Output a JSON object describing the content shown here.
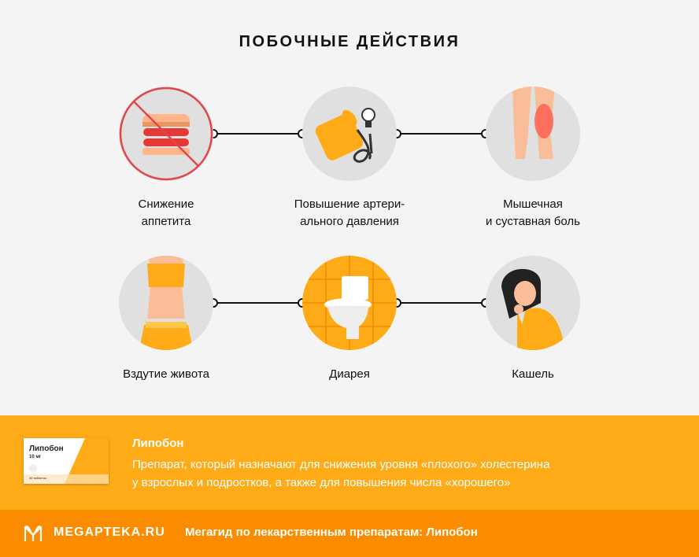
{
  "title": "ПОБОЧНЫЕ ДЕЙСТВИЯ",
  "effects": [
    {
      "label1": "Снижение",
      "label2": "аппетита",
      "icon": "no-burger-icon"
    },
    {
      "label1": "Повышение артери-",
      "label2": "ального давления",
      "icon": "blood-pressure-monitor-icon"
    },
    {
      "label1": "Мышечная",
      "label2": "и суставная боль",
      "icon": "leg-pain-icon"
    },
    {
      "label1": "Вздутие живота",
      "label2": "",
      "icon": "bloated-belly-icon"
    },
    {
      "label1": "Диарея",
      "label2": "",
      "icon": "toilet-icon"
    },
    {
      "label1": "Кашель",
      "label2": "",
      "icon": "coughing-person-icon"
    }
  ],
  "drug": {
    "name": "Липобон",
    "description_line1": "Препарат, который назначают для снижения уровня «плохого» холестерина",
    "description_line2": "у взрослых и подростков, а также для повышения числа «хорошего»",
    "box_name": "Липобон",
    "box_dose": "10 мг",
    "box_count": "30 таблеток"
  },
  "footer": {
    "logo": "MEGAPTEKA.RU",
    "text": "Мегагид по лекарственным препаратам: Липобон"
  },
  "colors": {
    "background": "#f4f4f4",
    "band": "#ffab18",
    "footer": "#fb8c00",
    "accent": "#ffa81a",
    "prohibit": "#e0474c"
  }
}
